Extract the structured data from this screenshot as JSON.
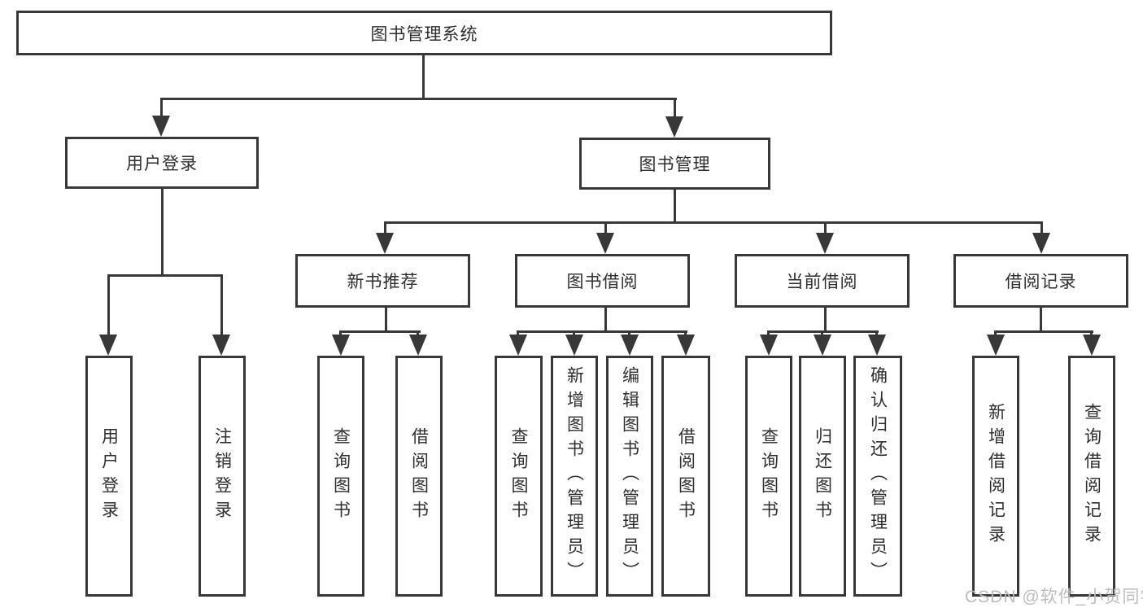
{
  "diagram": {
    "type": "hierarchy",
    "nodes": {
      "root": "图书管理系统",
      "user_login": "用户登录",
      "book_mgmt": "图书管理",
      "new_books": "新书推荐",
      "book_borrow": "图书借阅",
      "current_borrow": "当前借阅",
      "borrow_records": "借阅记录",
      "leaf_user_login": "用户登录",
      "leaf_logout": "注销登录",
      "leaf_nb_search": "查询图书",
      "leaf_nb_borrow": "借阅图书",
      "leaf_bb_search": "查询图书",
      "leaf_bb_add": "新增图书（管理员）",
      "leaf_bb_edit": "编辑图书（管理员）",
      "leaf_bb_borrow": "借阅图书",
      "leaf_cb_search": "查询图书",
      "leaf_cb_return": "归还图书",
      "leaf_cb_confirm": "确认归还（管理员）",
      "leaf_br_add": "新增借阅记录",
      "leaf_br_search": "查询借阅记录"
    },
    "hierarchy": {
      "图书管理系统": {
        "用户登录": [
          "用户登录",
          "注销登录"
        ],
        "图书管理": {
          "新书推荐": [
            "查询图书",
            "借阅图书"
          ],
          "图书借阅": [
            "查询图书",
            "新增图书（管理员）",
            "编辑图书（管理员）",
            "借阅图书"
          ],
          "当前借阅": [
            "查询图书",
            "归还图书",
            "确认归还（管理员）"
          ],
          "借阅记录": [
            "新增借阅记录",
            "查询借阅记录"
          ]
        }
      }
    },
    "watermark": "CSDN @软件_小贺同学",
    "colors": {
      "line": "#383838",
      "box_background": "#ffffff",
      "text": "#2e2e2e",
      "watermark": "#bdbdbd"
    }
  }
}
